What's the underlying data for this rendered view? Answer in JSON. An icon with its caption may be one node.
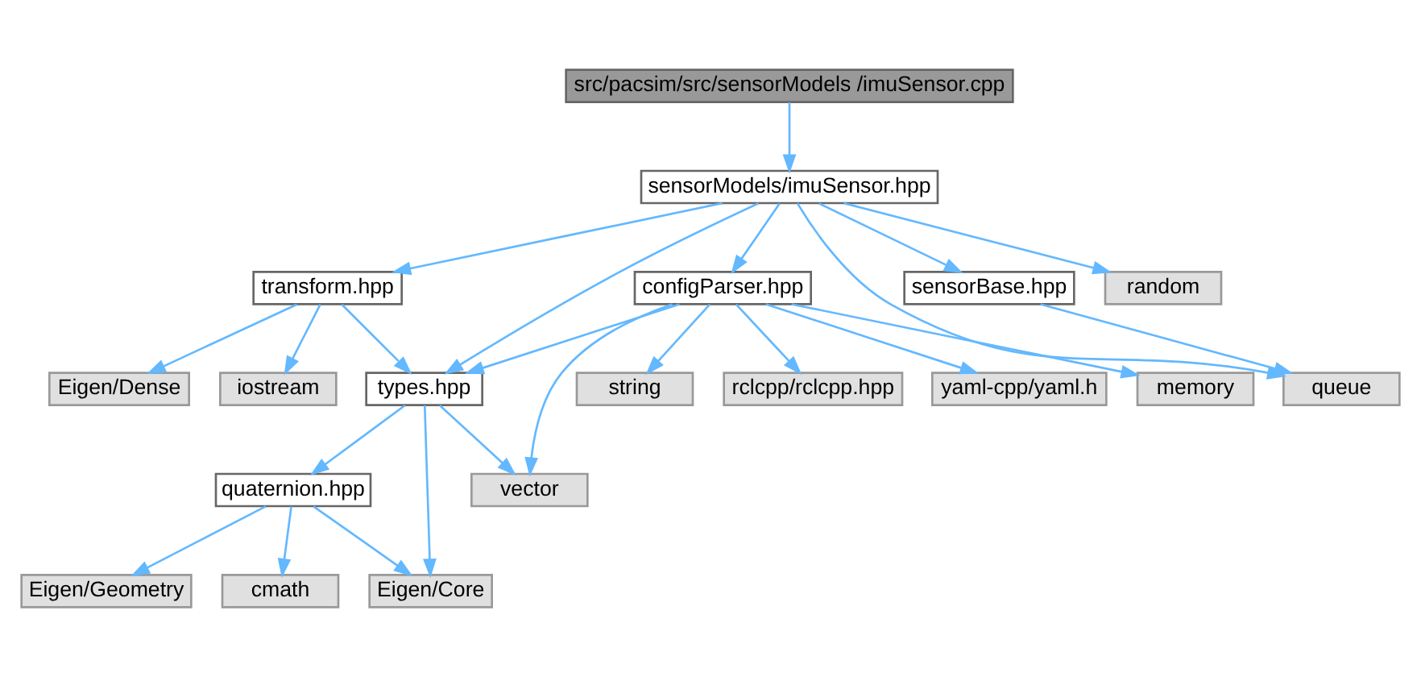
{
  "diagram": {
    "nodes": [
      {
        "text": [
          "src/pacsim/src/sensorModels /imuSensor.cpp"
        ]
      },
      {
        "text": [
          "sensorModels/imuSensor.hpp"
        ]
      },
      {
        "text": [
          "transform.hpp"
        ]
      },
      {
        "text": [
          "configParser.hpp"
        ]
      },
      {
        "text": [
          "sensorBase.hpp"
        ]
      },
      {
        "text": [
          "random"
        ]
      },
      {
        "text": [
          "Eigen/Dense"
        ]
      },
      {
        "text": [
          "iostream"
        ]
      },
      {
        "text": [
          "types.hpp"
        ]
      },
      {
        "text": [
          "string"
        ]
      },
      {
        "text": [
          "rclcpp/rclcpp.hpp"
        ]
      },
      {
        "text": [
          "yaml-cpp/yaml.h"
        ]
      },
      {
        "text": [
          "memory"
        ]
      },
      {
        "text": [
          "queue"
        ]
      },
      {
        "text": [
          "quaternion.hpp"
        ]
      },
      {
        "text": [
          "vector"
        ]
      },
      {
        "text": [
          "Eigen/Geometry"
        ]
      },
      {
        "text": [
          "cmath"
        ]
      },
      {
        "text": [
          "Eigen/Core"
        ]
      }
    ],
    "edges": [
      {
        "from": 0,
        "to": 1,
        "arrow": "to"
      },
      {
        "from": 1,
        "to": 2,
        "arrow": "to"
      },
      {
        "from": 1,
        "to": 8,
        "arrow": "to"
      },
      {
        "from": 1,
        "to": 3,
        "arrow": "to"
      },
      {
        "from": 1,
        "to": 13,
        "arrow": "to"
      },
      {
        "from": 1,
        "to": 4,
        "arrow": "to"
      },
      {
        "from": 1,
        "to": 5,
        "arrow": "to"
      },
      {
        "from": 2,
        "to": 6,
        "arrow": "to"
      },
      {
        "from": 2,
        "to": 7,
        "arrow": "to"
      },
      {
        "from": 2,
        "to": 8,
        "arrow": "to"
      },
      {
        "from": 3,
        "to": 8,
        "arrow": "to"
      },
      {
        "from": 3,
        "to": 9,
        "arrow": "to"
      },
      {
        "from": 3,
        "to": 10,
        "arrow": "to"
      },
      {
        "from": 3,
        "to": 15,
        "arrow": "to"
      },
      {
        "from": 3,
        "to": 11,
        "arrow": "to"
      },
      {
        "from": 3,
        "to": 12,
        "arrow": "to"
      },
      {
        "from": 4,
        "to": 13,
        "arrow": "to"
      },
      {
        "from": 8,
        "to": 14,
        "arrow": "to"
      },
      {
        "from": 8,
        "to": 18,
        "arrow": "to"
      },
      {
        "from": 8,
        "to": 15,
        "arrow": "to"
      },
      {
        "from": 14,
        "to": 16,
        "arrow": "to"
      },
      {
        "from": 14,
        "to": 17,
        "arrow": "to"
      },
      {
        "from": 14,
        "to": 18,
        "arrow": "to"
      }
    ]
  }
}
